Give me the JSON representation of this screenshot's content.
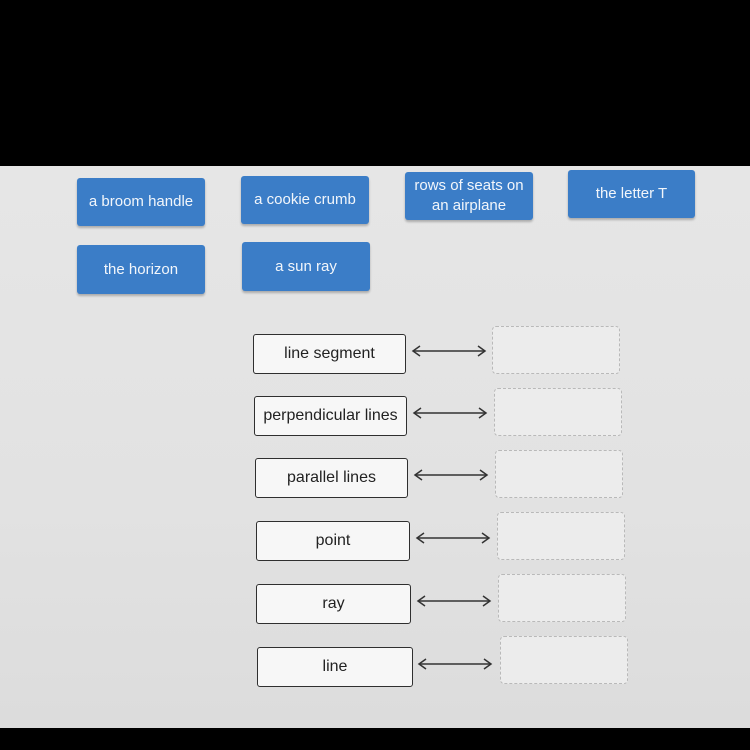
{
  "answer_tiles": [
    {
      "label": "a broom handle"
    },
    {
      "label": "a cookie crumb"
    },
    {
      "label": "rows of seats on an airplane"
    },
    {
      "label": "the letter T"
    },
    {
      "label": "the horizon"
    },
    {
      "label": "a sun ray"
    }
  ],
  "terms": [
    {
      "label": "line segment"
    },
    {
      "label": "perpendicular lines"
    },
    {
      "label": "parallel lines"
    },
    {
      "label": "point"
    },
    {
      "label": "ray"
    },
    {
      "label": "line"
    }
  ],
  "arrow_icon": "double-headed-arrow",
  "colors": {
    "tile_blue": "#3b7dc7",
    "background": "#e4e4e4"
  }
}
